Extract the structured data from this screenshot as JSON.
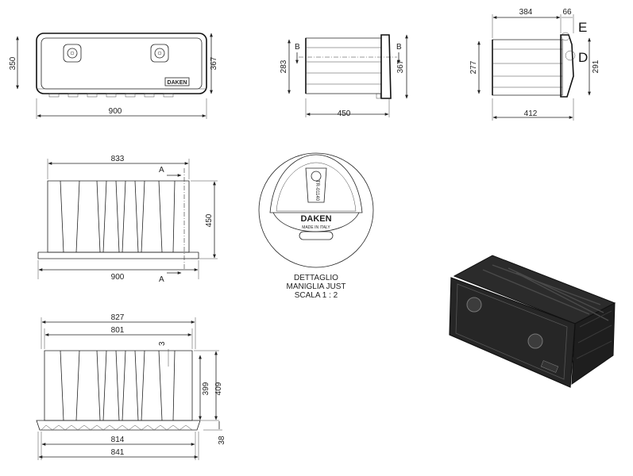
{
  "front_view": {
    "width": "900",
    "height_outer": "367",
    "height_inner": "350",
    "logo": "DAKEN"
  },
  "side_view": {
    "depth": "450",
    "height_body": "283",
    "height_total": "367",
    "section_left": "B",
    "section_right": "B"
  },
  "lid_view": {
    "depth_top": "384",
    "offset_top": "66",
    "height_left": "277",
    "height_right": "291",
    "depth_bottom": "412",
    "label_e": "E",
    "label_d": "D"
  },
  "top_view": {
    "width_top": "833",
    "depth": "450",
    "width_bottom": "900",
    "section_top": "A",
    "section_bottom": "A"
  },
  "handle_detail": {
    "brand": "DAKEN",
    "made_in": "MADE IN ITALY",
    "code": "TR-01140",
    "caption_line1": "DETTAGLIO",
    "caption_line2": "MANIGLIA JUST",
    "caption_line3": "SCALA 1 : 2"
  },
  "bottom_view": {
    "width_827": "827",
    "width_801": "801",
    "rib_3": "3",
    "height_399": "399",
    "height_409": "409",
    "width_814": "814",
    "width_841": "841",
    "base_38": "38"
  },
  "render_view": {
    "description_icon": "toolbox-3d-render"
  }
}
